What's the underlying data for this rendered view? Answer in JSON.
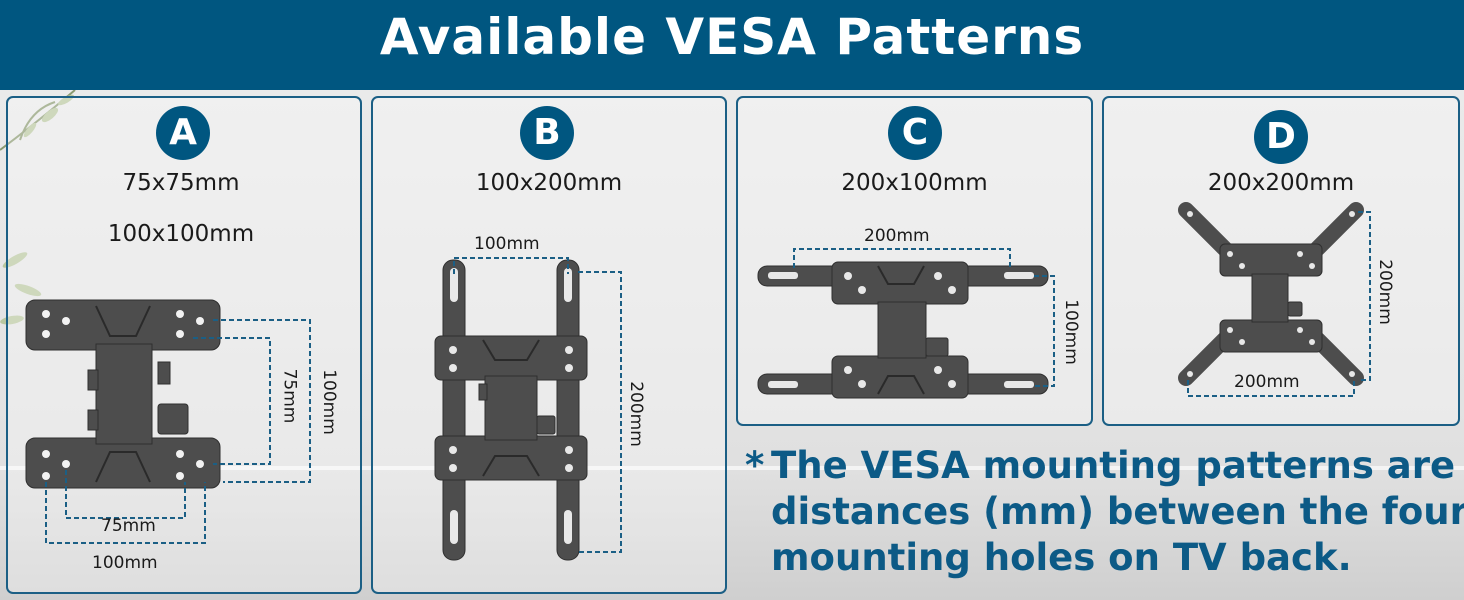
{
  "title": "Available VESA Patterns",
  "colors": {
    "header_bg": "#005680",
    "border": "#1b5f85",
    "note_text": "#0c5a86",
    "bracket": "#4a4a4a"
  },
  "panels": {
    "a": {
      "badge": "A",
      "sizes": [
        "75x75mm",
        "100x100mm"
      ],
      "dims": {
        "h1": "75mm",
        "h2": "100mm",
        "v1": "75mm",
        "v2": "100mm"
      }
    },
    "b": {
      "badge": "B",
      "sizes": [
        "100x200mm"
      ],
      "dims": {
        "h": "100mm",
        "v": "200mm"
      }
    },
    "c": {
      "badge": "C",
      "sizes": [
        "200x100mm"
      ],
      "dims": {
        "h": "200mm",
        "v": "100mm"
      }
    },
    "d": {
      "badge": "D",
      "sizes": [
        "200x200mm"
      ],
      "dims": {
        "h": "200mm",
        "v": "200mm"
      }
    }
  },
  "note": {
    "star": "*",
    "lines": [
      "The VESA mounting patterns are the",
      "distances (mm) between the four",
      "mounting holes on TV back."
    ]
  }
}
